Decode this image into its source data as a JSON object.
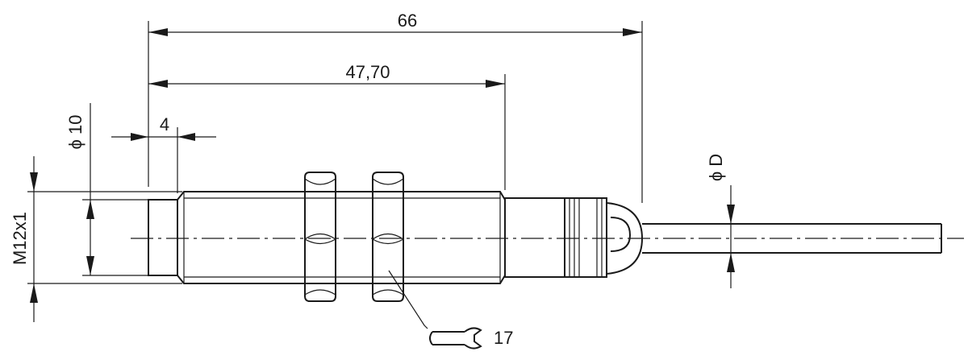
{
  "dimensions": {
    "overall_length": "66",
    "thread_length": "47,70",
    "tip_length": "4",
    "tip_diameter": "ϕ 10",
    "thread_size": "M12x1",
    "cable_diameter": "ϕ D",
    "wrench_size": "17"
  },
  "icons": {
    "wrench": "wrench-icon"
  }
}
